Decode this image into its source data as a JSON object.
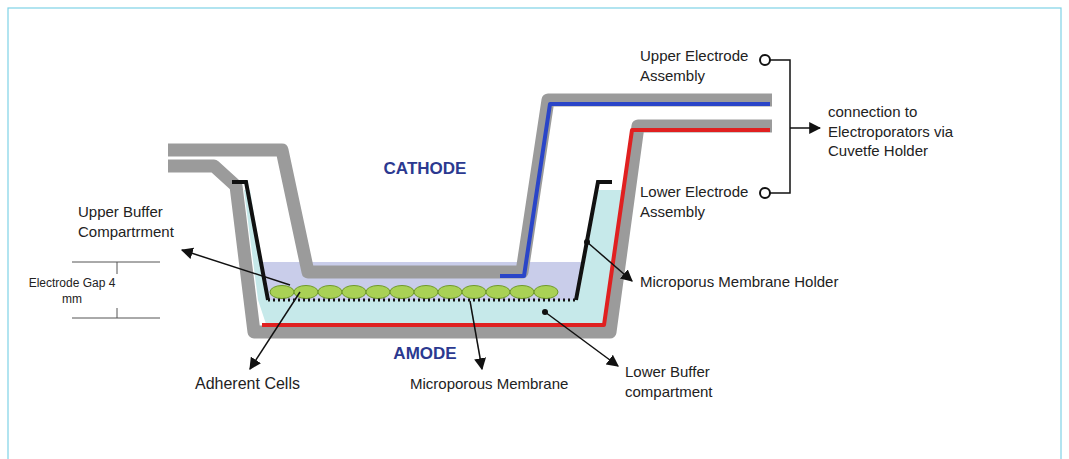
{
  "diagram": {
    "labels": [
      "CATHODE",
      "AMODE",
      "Upper Electrode Assembly",
      "Lower Electrode Assembly",
      "connection to Electroporators via Cuvetfe Holder",
      "Upper Buffer Compartrment",
      "Electrode Gap 4 mm",
      "Microporus Membrane Holder",
      "Adherent Cells",
      "Microporous Membrane",
      "Lower Buffer compartment"
    ]
  }
}
